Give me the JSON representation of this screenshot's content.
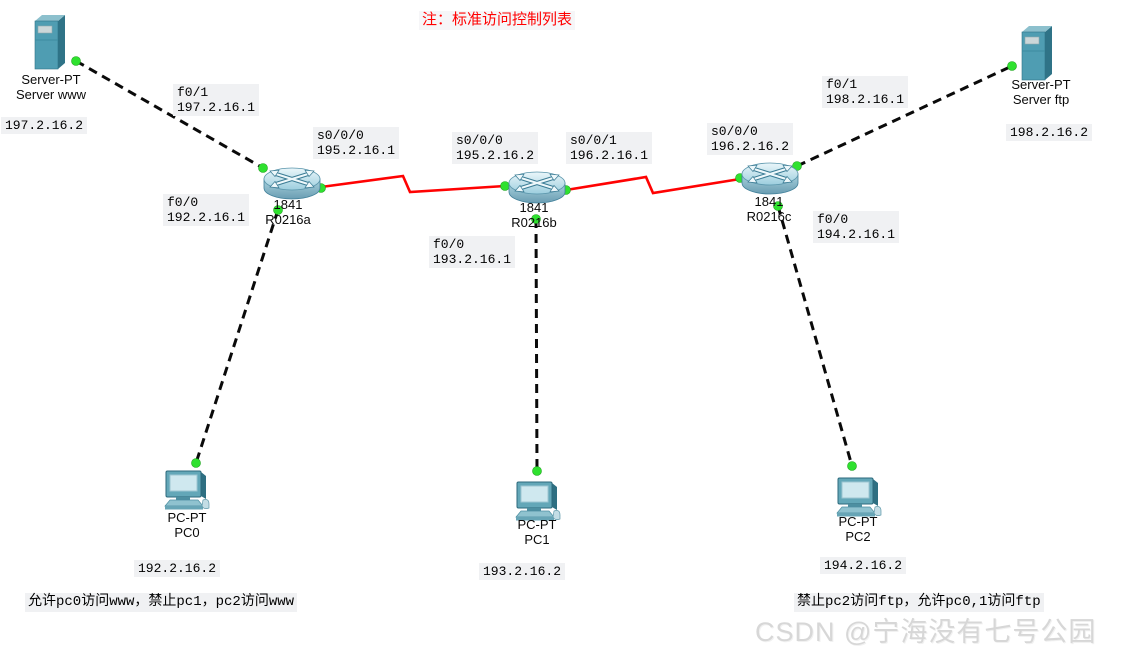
{
  "note": {
    "text": "注：标准访问控制列表"
  },
  "devices": {
    "server_www": {
      "model": "Server-PT",
      "name": "Server www",
      "ip": "197.2.16.2"
    },
    "server_ftp": {
      "model": "Server-PT",
      "name": "Server ftp",
      "ip": "198.2.16.2"
    },
    "router_a": {
      "model": "1841",
      "name": "R0216a"
    },
    "router_b": {
      "model": "1841",
      "name": "R0216b"
    },
    "router_c": {
      "model": "1841",
      "name": "R0216c"
    },
    "pc0": {
      "model": "PC-PT",
      "name": "PC0",
      "ip": "192.2.16.2"
    },
    "pc1": {
      "model": "PC-PT",
      "name": "PC1",
      "ip": "193.2.16.2"
    },
    "pc2": {
      "model": "PC-PT",
      "name": "PC2",
      "ip": "194.2.16.2"
    }
  },
  "ports": {
    "www_f01": {
      "port": "f0/1",
      "ip": "197.2.16.1"
    },
    "ra_s000": {
      "port": "s0/0/0",
      "ip": "195.2.16.1"
    },
    "ra_f00": {
      "port": "f0/0",
      "ip": "192.2.16.1"
    },
    "rb_s000": {
      "port": "s0/0/0",
      "ip": "195.2.16.2"
    },
    "rb_s001": {
      "port": "s0/0/1",
      "ip": "196.2.16.1"
    },
    "rb_f00": {
      "port": "f0/0",
      "ip": "193.2.16.1"
    },
    "rc_s000": {
      "port": "s0/0/0",
      "ip": "196.2.16.2"
    },
    "rc_f00": {
      "port": "f0/0",
      "ip": "194.2.16.1"
    },
    "rc_f01": {
      "port": "f0/1",
      "ip": "198.2.16.1"
    }
  },
  "annotations": {
    "left": "允许pc0访问www，禁止pc1，pc2访问www",
    "right": "禁止pc2访问ftp，允许pc0,1访问ftp"
  },
  "watermark": "CSDN @宁海没有七号公园",
  "colors": {
    "serial_link": "#ff0202",
    "ethernet_link": "#0a0a0a",
    "link_status_up": "#2fe12f",
    "note_text": "#ff0000",
    "label_background": "#f0f1f3",
    "device_teal": "#4f9db2"
  }
}
